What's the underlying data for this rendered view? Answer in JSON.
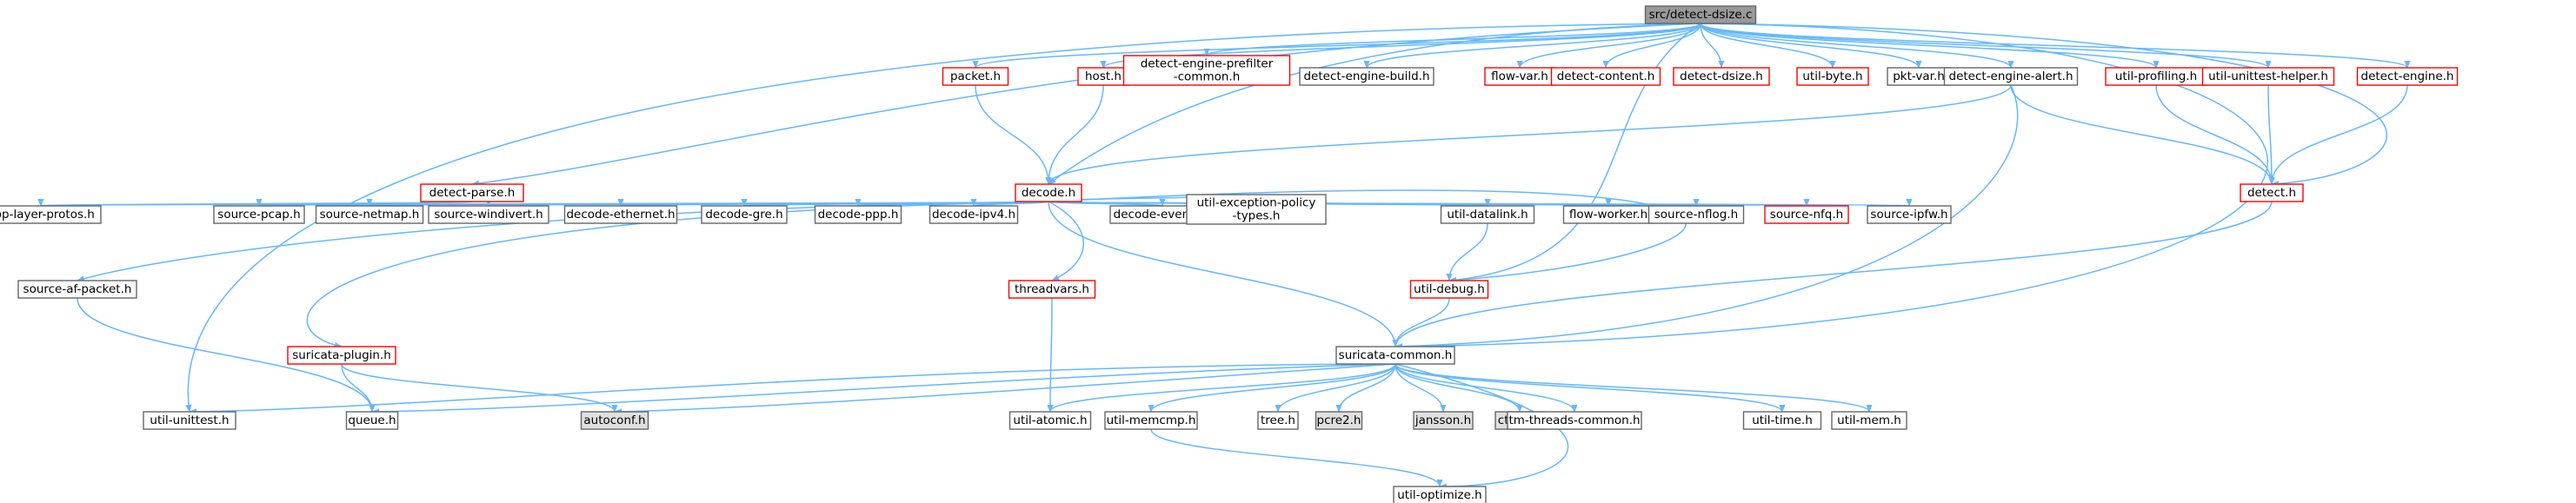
{
  "graph": {
    "nodes": [
      {
        "id": "root",
        "lines": [
          "src/detect-dsize.c"
        ],
        "style": "root"
      },
      {
        "id": "packet",
        "lines": [
          "packet.h"
        ],
        "style": "red"
      },
      {
        "id": "host",
        "lines": [
          "host.h"
        ],
        "style": "red"
      },
      {
        "id": "prefilter",
        "lines": [
          "detect-engine-prefilter",
          "-common.h"
        ],
        "style": "red"
      },
      {
        "id": "build",
        "lines": [
          "detect-engine-build.h"
        ],
        "style": "plain"
      },
      {
        "id": "flowvar",
        "lines": [
          "flow-var.h"
        ],
        "style": "red"
      },
      {
        "id": "content",
        "lines": [
          "detect-content.h"
        ],
        "style": "red"
      },
      {
        "id": "dsize",
        "lines": [
          "detect-dsize.h"
        ],
        "style": "red"
      },
      {
        "id": "utilbyte",
        "lines": [
          "util-byte.h"
        ],
        "style": "red"
      },
      {
        "id": "pktvar",
        "lines": [
          "pkt-var.h"
        ],
        "style": "plain"
      },
      {
        "id": "alert",
        "lines": [
          "detect-engine-alert.h"
        ],
        "style": "plain"
      },
      {
        "id": "profiling",
        "lines": [
          "util-profiling.h"
        ],
        "style": "red"
      },
      {
        "id": "unithelper",
        "lines": [
          "util-unittest-helper.h"
        ],
        "style": "red"
      },
      {
        "id": "engine",
        "lines": [
          "detect-engine.h"
        ],
        "style": "red"
      },
      {
        "id": "parse",
        "lines": [
          "detect-parse.h"
        ],
        "style": "red"
      },
      {
        "id": "decode",
        "lines": [
          "decode.h"
        ],
        "style": "red"
      },
      {
        "id": "detect",
        "lines": [
          "detect.h"
        ],
        "style": "red"
      },
      {
        "id": "applayer",
        "lines": [
          "app-layer-protos.h"
        ],
        "style": "plain"
      },
      {
        "id": "pcap",
        "lines": [
          "source-pcap.h"
        ],
        "style": "plain"
      },
      {
        "id": "netmap",
        "lines": [
          "source-netmap.h"
        ],
        "style": "plain"
      },
      {
        "id": "windivert",
        "lines": [
          "source-windivert.h"
        ],
        "style": "plain"
      },
      {
        "id": "ethernet",
        "lines": [
          "decode-ethernet.h"
        ],
        "style": "plain"
      },
      {
        "id": "gre",
        "lines": [
          "decode-gre.h"
        ],
        "style": "plain"
      },
      {
        "id": "ppp",
        "lines": [
          "decode-ppp.h"
        ],
        "style": "plain"
      },
      {
        "id": "ipv4",
        "lines": [
          "decode-ipv4.h"
        ],
        "style": "plain"
      },
      {
        "id": "events",
        "lines": [
          "decode-events.h"
        ],
        "style": "plain"
      },
      {
        "id": "exception",
        "lines": [
          "util-exception-policy",
          "-types.h"
        ],
        "style": "plain"
      },
      {
        "id": "datalink",
        "lines": [
          "util-datalink.h"
        ],
        "style": "plain"
      },
      {
        "id": "flowworker",
        "lines": [
          "flow-worker.h"
        ],
        "style": "plain"
      },
      {
        "id": "nflog",
        "lines": [
          "source-nflog.h"
        ],
        "style": "plain"
      },
      {
        "id": "nfq",
        "lines": [
          "source-nfq.h"
        ],
        "style": "red"
      },
      {
        "id": "ipfw",
        "lines": [
          "source-ipfw.h"
        ],
        "style": "plain"
      },
      {
        "id": "afpacket",
        "lines": [
          "source-af-packet.h"
        ],
        "style": "plain"
      },
      {
        "id": "threadvars",
        "lines": [
          "threadvars.h"
        ],
        "style": "red"
      },
      {
        "id": "utildebug",
        "lines": [
          "util-debug.h"
        ],
        "style": "red"
      },
      {
        "id": "plugin",
        "lines": [
          "suricata-plugin.h"
        ],
        "style": "red"
      },
      {
        "id": "common",
        "lines": [
          "suricata-common.h"
        ],
        "style": "plain"
      },
      {
        "id": "unittest",
        "lines": [
          "util-unittest.h"
        ],
        "style": "plain"
      },
      {
        "id": "queue",
        "lines": [
          "queue.h"
        ],
        "style": "plain"
      },
      {
        "id": "autoconf",
        "lines": [
          "autoconf.h"
        ],
        "style": "gray"
      },
      {
        "id": "atomic",
        "lines": [
          "util-atomic.h"
        ],
        "style": "plain"
      },
      {
        "id": "memcmp",
        "lines": [
          "util-memcmp.h"
        ],
        "style": "plain"
      },
      {
        "id": "tree",
        "lines": [
          "tree.h"
        ],
        "style": "plain"
      },
      {
        "id": "pcre2",
        "lines": [
          "pcre2.h"
        ],
        "style": "gray"
      },
      {
        "id": "jansson",
        "lines": [
          "jansson.h"
        ],
        "style": "gray"
      },
      {
        "id": "ctype",
        "lines": [
          "ctype.h"
        ],
        "style": "gray"
      },
      {
        "id": "tmthreads",
        "lines": [
          "tm-threads-common.h"
        ],
        "style": "plain"
      },
      {
        "id": "utiltime",
        "lines": [
          "util-time.h"
        ],
        "style": "plain"
      },
      {
        "id": "utilmem",
        "lines": [
          "util-mem.h"
        ],
        "style": "plain"
      },
      {
        "id": "optimize",
        "lines": [
          "util-optimize.h"
        ],
        "style": "plain"
      }
    ],
    "edges": [
      [
        "root",
        "packet"
      ],
      [
        "root",
        "host"
      ],
      [
        "root",
        "prefilter"
      ],
      [
        "root",
        "build"
      ],
      [
        "root",
        "flowvar"
      ],
      [
        "root",
        "content"
      ],
      [
        "root",
        "dsize"
      ],
      [
        "root",
        "utilbyte"
      ],
      [
        "root",
        "pktvar"
      ],
      [
        "root",
        "alert"
      ],
      [
        "root",
        "profiling"
      ],
      [
        "root",
        "unithelper"
      ],
      [
        "root",
        "engine"
      ],
      [
        "root",
        "parse"
      ],
      [
        "root",
        "decode"
      ],
      [
        "root",
        "detect"
      ],
      [
        "root",
        "unittest"
      ],
      [
        "root",
        "common"
      ],
      [
        "root",
        "utildebug"
      ],
      [
        "packet",
        "decode"
      ],
      [
        "host",
        "decode"
      ],
      [
        "parse",
        "applayer"
      ],
      [
        "alert",
        "decode"
      ],
      [
        "alert",
        "detect"
      ],
      [
        "alert",
        "common"
      ],
      [
        "profiling",
        "detect"
      ],
      [
        "unithelper",
        "detect"
      ],
      [
        "engine",
        "detect"
      ],
      [
        "detect",
        "common"
      ],
      [
        "decode",
        "applayer"
      ],
      [
        "decode",
        "pcap"
      ],
      [
        "decode",
        "netmap"
      ],
      [
        "decode",
        "windivert"
      ],
      [
        "decode",
        "ethernet"
      ],
      [
        "decode",
        "gre"
      ],
      [
        "decode",
        "ppp"
      ],
      [
        "decode",
        "ipv4"
      ],
      [
        "decode",
        "events"
      ],
      [
        "decode",
        "exception"
      ],
      [
        "decode",
        "datalink"
      ],
      [
        "decode",
        "flowworker"
      ],
      [
        "decode",
        "nflog"
      ],
      [
        "decode",
        "nfq"
      ],
      [
        "decode",
        "ipfw"
      ],
      [
        "decode",
        "afpacket"
      ],
      [
        "decode",
        "threadvars"
      ],
      [
        "decode",
        "utildebug"
      ],
      [
        "decode",
        "plugin"
      ],
      [
        "decode",
        "common"
      ],
      [
        "datalink",
        "utildebug"
      ],
      [
        "utildebug",
        "common"
      ],
      [
        "threadvars",
        "atomic"
      ],
      [
        "afpacket",
        "queue"
      ],
      [
        "plugin",
        "queue"
      ],
      [
        "plugin",
        "autoconf"
      ],
      [
        "common",
        "unittest"
      ],
      [
        "common",
        "queue"
      ],
      [
        "common",
        "autoconf"
      ],
      [
        "common",
        "atomic"
      ],
      [
        "common",
        "memcmp"
      ],
      [
        "common",
        "tree"
      ],
      [
        "common",
        "pcre2"
      ],
      [
        "common",
        "jansson"
      ],
      [
        "common",
        "ctype"
      ],
      [
        "common",
        "tmthreads"
      ],
      [
        "common",
        "utiltime"
      ],
      [
        "common",
        "utilmem"
      ],
      [
        "common",
        "optimize"
      ],
      [
        "memcmp",
        "optimize"
      ]
    ]
  },
  "colors": {
    "edge": "#63B8FF",
    "plain_border": "#666666",
    "red_border": "#FF0000",
    "root_fill": "#999999",
    "gray_fill": "#E0E0E0",
    "text": "#000000"
  }
}
